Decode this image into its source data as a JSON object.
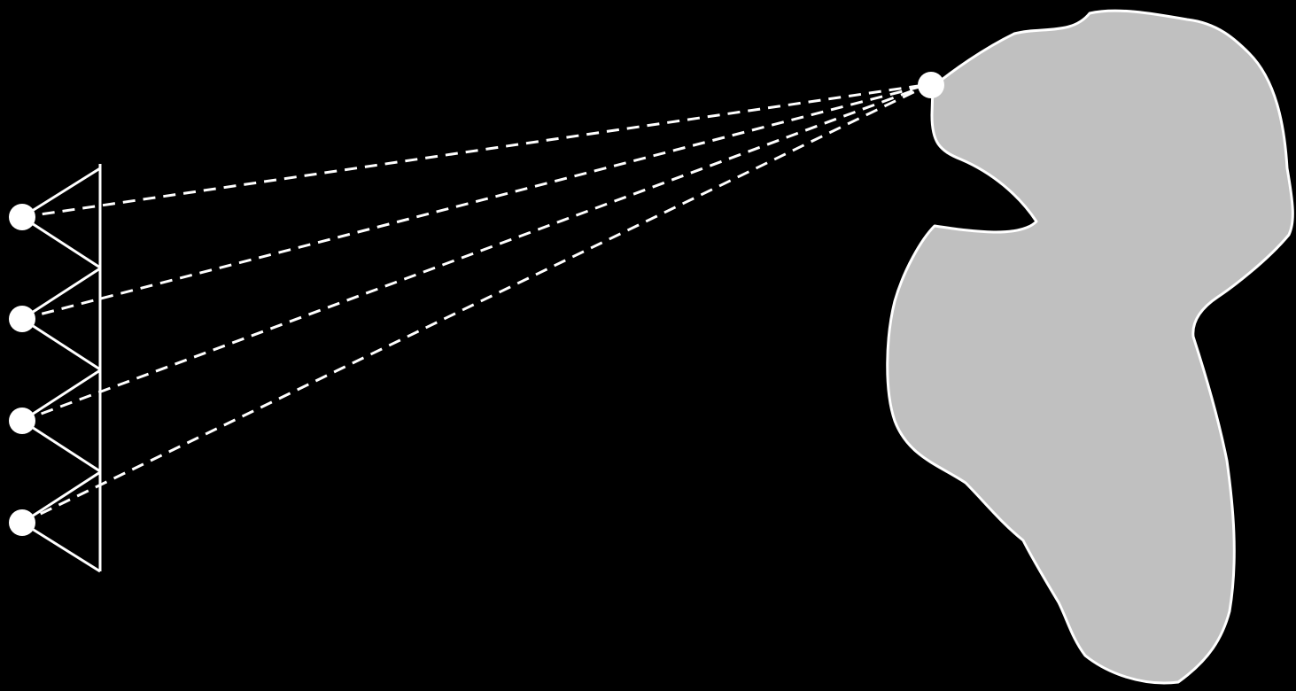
{
  "colors": {
    "background": "#000000",
    "stroke": "#ffffff",
    "blob_fill": "#c0c0c0"
  },
  "cameras": [
    {
      "id": "camera-1"
    },
    {
      "id": "camera-2"
    },
    {
      "id": "camera-3"
    },
    {
      "id": "camera-4"
    }
  ],
  "target_point": {
    "id": "target-point"
  },
  "object": {
    "id": "object-shape"
  }
}
